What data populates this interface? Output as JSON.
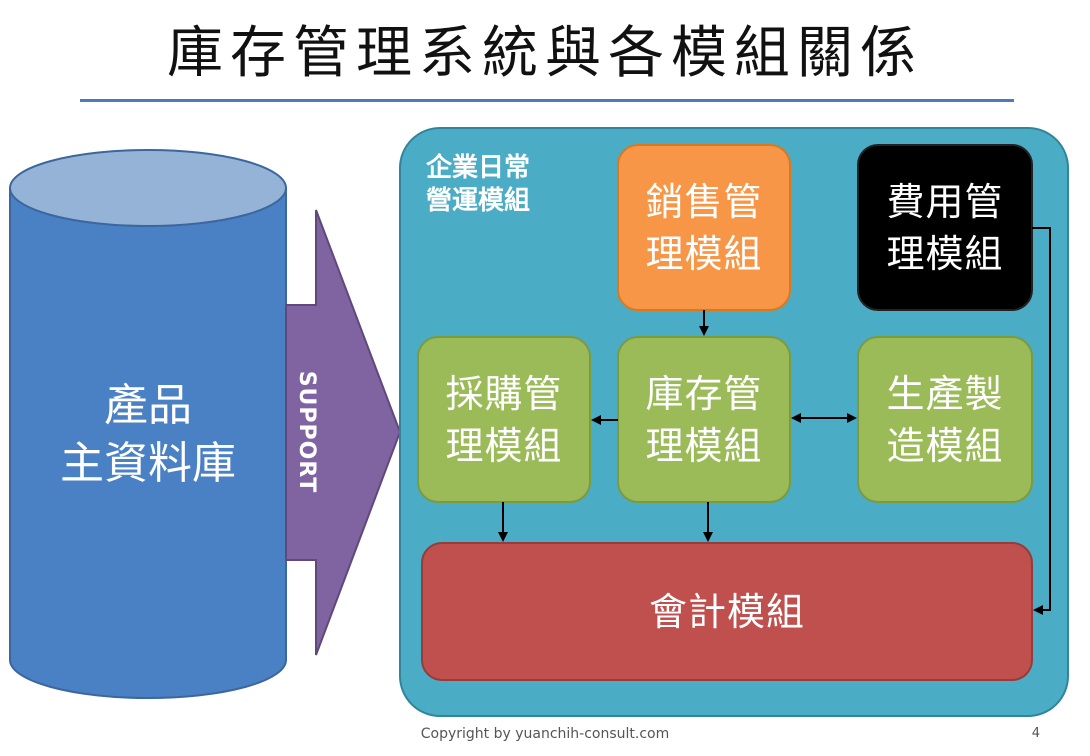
{
  "title": "庫存管理系統與各模組關係",
  "colors": {
    "title_rule": "#4f7bb5",
    "database": "#4a80c4",
    "database_top": "#95b3d7",
    "support_arrow": "#8064a2",
    "group_panel": "#4bacc6",
    "sales": "#f79646",
    "expense": "#000000",
    "green_modules": "#9bbb59",
    "accounting": "#c0504d",
    "connector": "#000000"
  },
  "database": {
    "line1": "產品",
    "line2": "主資料庫"
  },
  "support_arrow": {
    "label": "SUPPORT"
  },
  "group": {
    "line1": "企業日常",
    "line2": "營運模組"
  },
  "modules": {
    "sales": {
      "line1": "銷售管",
      "line2": "理模組"
    },
    "expense": {
      "line1": "費用管",
      "line2": "理模組"
    },
    "purchasing": {
      "line1": "採購管",
      "line2": "理模組"
    },
    "inventory": {
      "line1": "庫存管",
      "line2": "理模組"
    },
    "production": {
      "line1": "生產製",
      "line2": "造模組"
    },
    "accounting": {
      "label": "會計模組"
    }
  },
  "connections": [
    {
      "from": "sales",
      "to": "inventory",
      "direction": "one-way"
    },
    {
      "from": "inventory",
      "to": "purchasing",
      "direction": "one-way"
    },
    {
      "from": "inventory",
      "to": "production",
      "direction": "two-way"
    },
    {
      "from": "purchasing",
      "to": "accounting",
      "direction": "one-way"
    },
    {
      "from": "inventory",
      "to": "accounting",
      "direction": "one-way"
    },
    {
      "from": "expense",
      "to": "accounting",
      "direction": "one-way"
    }
  ],
  "footer": {
    "copyright": "Copyright by yuanchih-consult.com",
    "page": "4"
  }
}
